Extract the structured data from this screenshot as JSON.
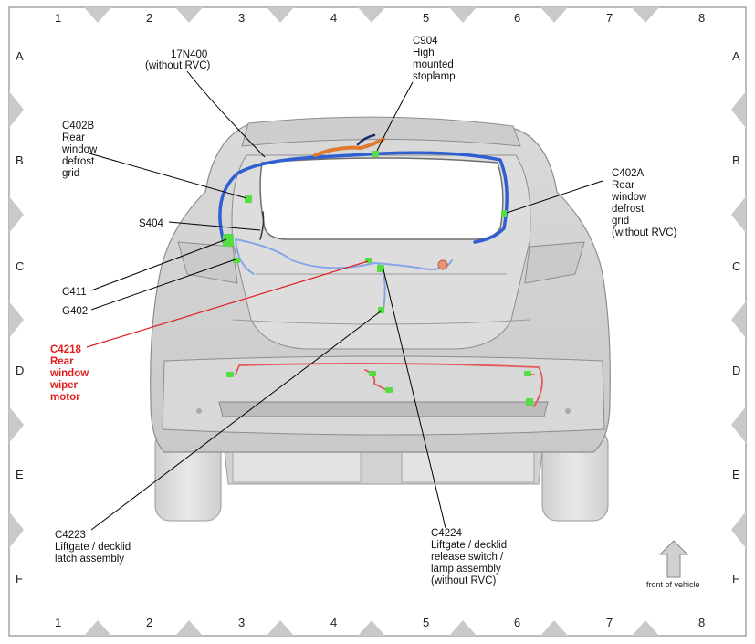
{
  "grid": {
    "columns": [
      "1",
      "2",
      "3",
      "4",
      "5",
      "6",
      "7",
      "8"
    ],
    "rows": [
      "A",
      "B",
      "C",
      "D",
      "E",
      "F"
    ]
  },
  "callouts": {
    "c17n400": [
      "17N400",
      "(without RVC)"
    ],
    "c904": [
      "C904",
      "High",
      "mounted",
      "stoplamp"
    ],
    "c402b": [
      "C402B",
      "Rear",
      "window",
      "defrost",
      "grid"
    ],
    "c402a": [
      "C402A",
      "Rear",
      "window",
      "defrost",
      "grid",
      "(without RVC)"
    ],
    "s404": [
      "S404"
    ],
    "c411": [
      "C411"
    ],
    "g402": [
      "G402"
    ],
    "c4218": [
      "C4218",
      "Rear",
      "window",
      "wiper",
      "motor"
    ],
    "c4223": [
      "C4223",
      "Liftgate / decklid",
      "latch assembly"
    ],
    "c4224": [
      "C4224",
      "Liftgate / decklid",
      "release switch /",
      "lamp assembly",
      "(without RVC)"
    ]
  },
  "front_of_vehicle_label": "front of vehicle",
  "colors": {
    "highlight": "#e11d1d",
    "harness_blue": "#2f5fd0",
    "harness_orange": "#e07a2e",
    "connector_green": "#55dd44",
    "arrow_gray": "#c8c8c8"
  }
}
